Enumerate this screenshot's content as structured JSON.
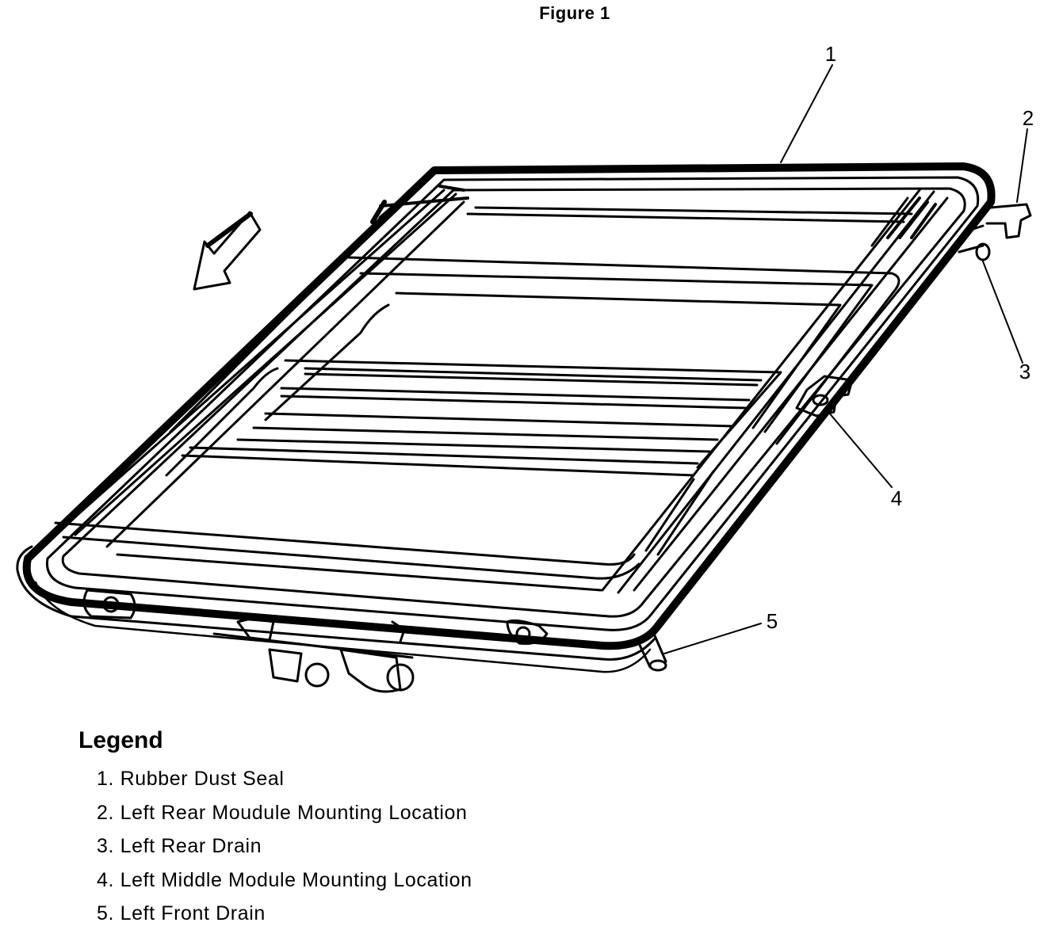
{
  "figure": {
    "title": "Figure 1"
  },
  "callouts": [
    {
      "id": "1",
      "label": "1"
    },
    {
      "id": "2",
      "label": "2"
    },
    {
      "id": "3",
      "label": "3"
    },
    {
      "id": "4",
      "label": "4"
    },
    {
      "id": "5",
      "label": "5"
    }
  ],
  "legend": {
    "title": "Legend",
    "items": [
      "1. Rubber Dust Seal",
      "2. Left Rear Moudule Mounting Location",
      "3. Left Rear Drain",
      "4. Left Middle Module Mounting Location",
      "5. Left Front Drain"
    ]
  }
}
